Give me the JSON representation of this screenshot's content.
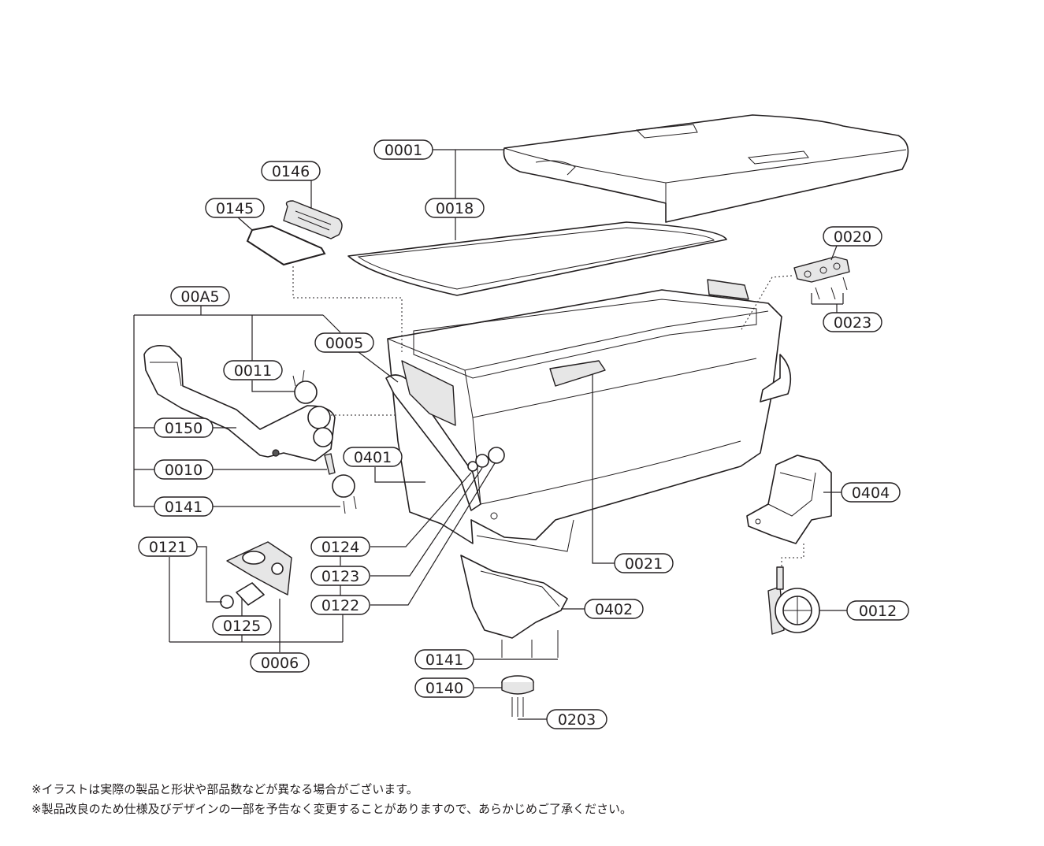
{
  "labels": {
    "p0001": "0001",
    "p0018": "0018",
    "p0146": "0146",
    "p0145": "0145",
    "p0020": "0020",
    "p0023": "0023",
    "p00A5": "00A5",
    "p0005": "0005",
    "p0011": "0011",
    "p0150": "0150",
    "p0010": "0010",
    "p0141a": "0141",
    "p0401": "0401",
    "p0404": "0404",
    "p0121": "0121",
    "p0124": "0124",
    "p0123": "0123",
    "p0122": "0122",
    "p0125": "0125",
    "p0006": "0006",
    "p0021": "0021",
    "p0402": "0402",
    "p0012": "0012",
    "p0141b": "0141",
    "p0140": "0140",
    "p0203": "0203"
  },
  "notes": [
    "※イラストは実際の製品と形状や部品数などが異なる場合がございます。",
    "※製品改良のため仕様及びデザインの一部を予告なく変更することがありますので、あらかじめご了承ください。"
  ]
}
